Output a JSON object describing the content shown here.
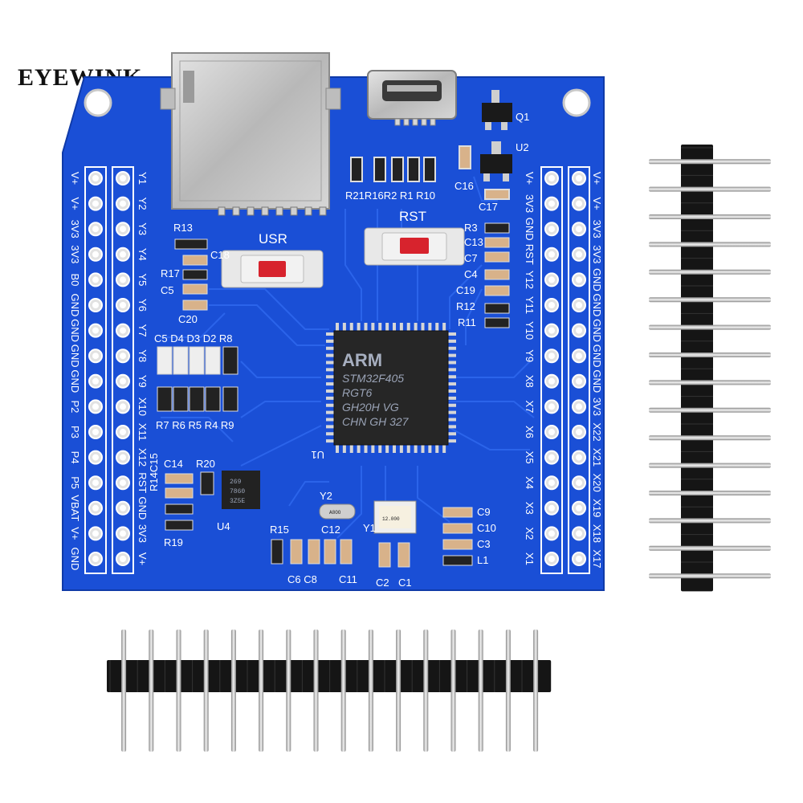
{
  "brand": "EYEWINK",
  "buttons": {
    "usr": "USR",
    "rst": "RST"
  },
  "chip": {
    "logo": "ARM",
    "lines": [
      "STM32F405",
      "RGT6",
      "GH20H VG",
      "CHN GH 327"
    ],
    "designator": "U1"
  },
  "designators": {
    "q1": "Q1",
    "u2": "U2",
    "u4": "U4",
    "y1": "Y1",
    "y2": "Y2",
    "c16": "C16",
    "c17": "C17",
    "c18": "C18",
    "c20": "C20",
    "c5": "C5",
    "r13": "R13",
    "r17": "R17",
    "top_resistors": "R21R16R2 R1 R10",
    "led_row": "C5 D4 D3 D2 R8",
    "res_row": "R7 R6 R5 R4 R9",
    "c14": "C14",
    "r20": "R20",
    "r14c15": "R14C15",
    "r19": "R19",
    "r15": "R15",
    "c12": "C12",
    "c6c8": "C6  C8",
    "c11": "C11",
    "c2": "C2",
    "c1": "C1",
    "right_caps": [
      "R3",
      "C13",
      "C7",
      "C4",
      "C19",
      "R12",
      "R11"
    ],
    "br_caps": [
      "C9",
      "C10",
      "C3",
      "L1"
    ]
  },
  "component_marks": {
    "crystal_y2": "A8OO",
    "crystal_y1": "12.000",
    "u4_lines": [
      "269",
      "7860",
      "3Z5E"
    ]
  },
  "left_header": {
    "outer": [
      "V+",
      "V+",
      "3V3",
      "3V3",
      "B0",
      "GND",
      "GND",
      "GND",
      "GND",
      "P2",
      "P3",
      "P4",
      "P5",
      "VBAT",
      "V+",
      "GND"
    ],
    "inner": [
      "Y1",
      "Y2",
      "Y3",
      "Y4",
      "Y5",
      "Y6",
      "Y7",
      "Y8",
      "Y9",
      "X10",
      "X11",
      "X12",
      "RST",
      "GND",
      "3V3",
      "V+"
    ]
  },
  "right_header": {
    "inner": [
      "V+",
      "3V3",
      "GND",
      "RST",
      "Y12",
      "Y11",
      "Y10",
      "Y9",
      "X8",
      "X7",
      "X6",
      "X5",
      "X4",
      "X3",
      "X2",
      "X1"
    ],
    "outer": [
      "V+",
      "V+",
      "3V3",
      "3V3",
      "GND",
      "GND",
      "GND",
      "GND",
      "GND",
      "3V3",
      "X22",
      "X21",
      "X20",
      "X19",
      "X18",
      "X17"
    ]
  },
  "pin_headers": {
    "vertical_pins": 16,
    "horizontal_pins": 16
  },
  "colors": {
    "pcb": "#1a4fd6",
    "pcb_dark": "#1440b8",
    "trace": "#2a62e8",
    "metal": "#c9c9c9",
    "plastic": "#151515",
    "button": "#d7232d"
  }
}
